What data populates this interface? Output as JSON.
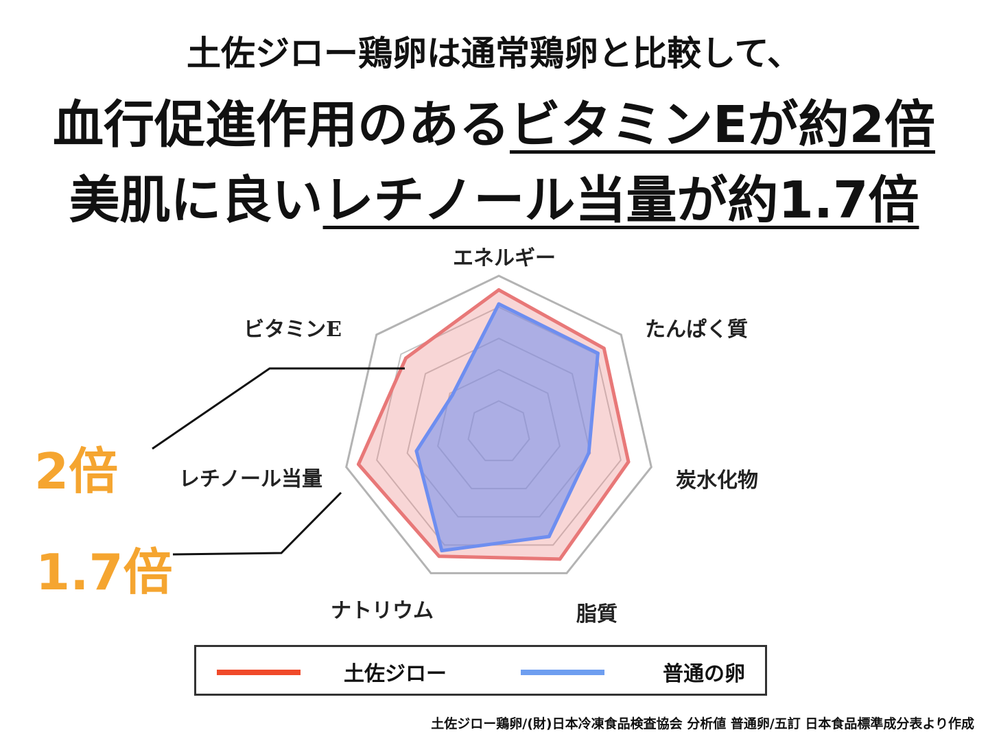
{
  "headline": {
    "line1": "土佐ジロー鶏卵は通常鶏卵と比較して、",
    "line2_plain": "血行促進作用のある",
    "line2_underlined": "ビタミンEが約2倍",
    "line3_plain": "美肌に良い",
    "line3_underlined": "レチノール当量が約1.7倍"
  },
  "callouts": {
    "vitamin_e": "2倍",
    "retinol": "1.7倍",
    "color": "#f5a530"
  },
  "footer": "土佐ジロー鶏卵/(財)日本冷凍食品検査協会 分析値 普通卵/五訂 日本食品標準成分表より作成",
  "chart_data": {
    "type": "radar",
    "axes": [
      "エネルギー",
      "たんぱく質",
      "炭水化物",
      "脂質",
      "ナトリウム",
      "レチノール当量",
      "ビタミンE"
    ],
    "rings": 5,
    "grid": true,
    "legend_position": "bottom",
    "series": [
      {
        "name": "土佐ジロー",
        "color": "#e87878",
        "legend_color": "#f04a2a",
        "values": [
          4.55,
          4.3,
          4.25,
          4.5,
          4.4,
          4.6,
          3.8
        ]
      },
      {
        "name": "普通の卵",
        "color": "#6e8ef0",
        "legend_color": "#6e9ef0",
        "values": [
          4.1,
          4.05,
          2.95,
          3.7,
          4.2,
          2.7,
          1.9
        ]
      }
    ]
  }
}
